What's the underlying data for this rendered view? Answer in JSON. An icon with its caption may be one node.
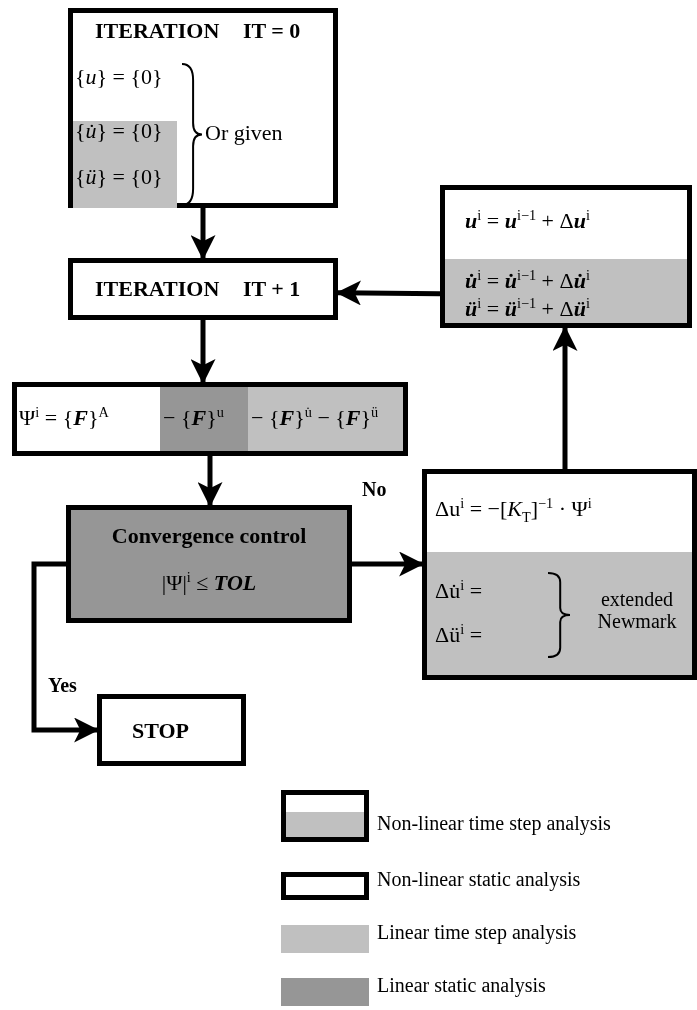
{
  "diagram": {
    "nodes": [
      {
        "text": [
          "ITERATION",
          "IT = 0",
          "{*u*} = {0}",
          "{*u̇*} = {0}",
          "{*ü*} = {0}",
          "Or given"
        ]
      },
      {
        "text": [
          "ITERATION",
          "IT + 1"
        ]
      },
      {
        "text": [
          "Ψ$^{i}$ = {**F**}$^{A}$",
          "− {**F**}$^{u}$",
          "− {**F**}$^{u̇}$ − {**F**}$^{ü}$"
        ]
      },
      {
        "text": [
          "Convergence control",
          "|Ψ|$^{i}$ ≤ **TOL**"
        ]
      },
      {
        "text": [
          "STOP"
        ]
      },
      {
        "text": [
          "Δu$^{i}$ = −[*K*$_{T}$]$^{−1}$ · Ψ$^{i}$",
          "Δu̇$^{i}$ =",
          "Δü$^{i}$ =",
          "extended Newmark"
        ]
      },
      {
        "text": [
          "**u**$^{i}$ = **u**$^{i−1}$ + Δ**u**$^{i}$",
          "**u̇**$^{i}$ = **u̇**$^{i−1}$ + Δ**u̇**$^{i}$",
          "**ü**$^{i}$ = **ü**$^{i−1}$ + Δ**ü**$^{i}$"
        ]
      }
    ],
    "edges": [
      {
        "from": 0,
        "to": 1,
        "arrow": "to"
      },
      {
        "from": 1,
        "to": 2,
        "arrow": "to"
      },
      {
        "from": 2,
        "to": 3,
        "arrow": "to"
      },
      {
        "from": 3,
        "to": 5,
        "arrow": "to",
        "label": "No"
      },
      {
        "from": 3,
        "to": 4,
        "arrow": "to",
        "label": "Yes"
      },
      {
        "from": 5,
        "to": 6,
        "arrow": "to"
      },
      {
        "from": 6,
        "to": 1,
        "arrow": "to"
      }
    ],
    "legend": [
      {
        "text": "Non-linear time step analysis"
      },
      {
        "text": "Non-linear static analysis"
      },
      {
        "text": "Linear time step analysis",
        "color": "#c0c0c0"
      },
      {
        "text": "Linear static analysis",
        "color": "#969696"
      }
    ]
  }
}
